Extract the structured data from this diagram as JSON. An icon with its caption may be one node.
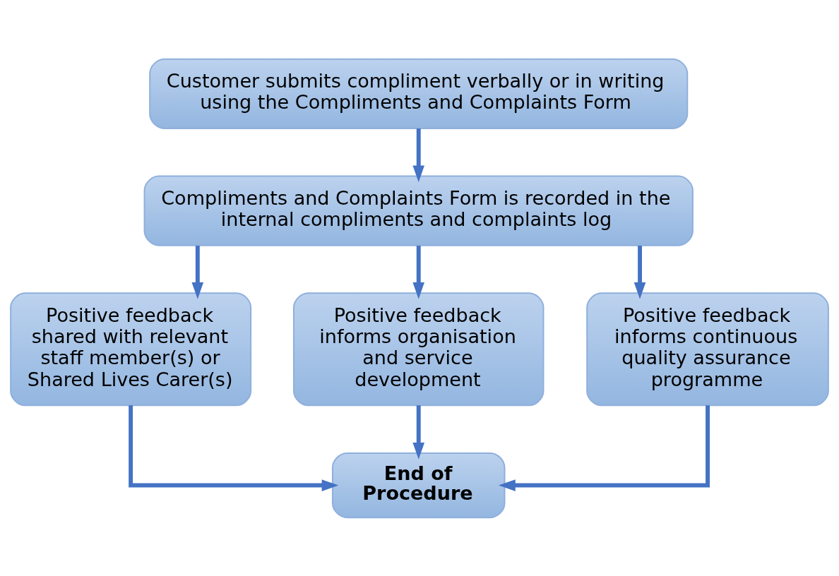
{
  "diagram": {
    "nodes": [
      {
        "text": [
          "Customer submits compliment verbally or in writing using the Compliments and Complaints Form"
        ]
      },
      {
        "text": [
          "Compliments and Complaints Form is recorded in the internal compliments and complaints log"
        ]
      },
      {
        "text": [
          "Positive feedback shared with relevant staff member(s) or Shared Lives Carer(s)"
        ]
      },
      {
        "text": [
          "Positive feedback informs organisation and service development"
        ]
      },
      {
        "text": [
          "Positive feedback informs continuous quality assurance programme"
        ]
      },
      {
        "text": [
          "End of Procedure"
        ]
      }
    ],
    "edges": [
      {
        "from": 0,
        "to": 1,
        "arrow": "to"
      },
      {
        "from": 1,
        "to": 2,
        "arrow": "to"
      },
      {
        "from": 1,
        "to": 3,
        "arrow": "to"
      },
      {
        "from": 1,
        "to": 4,
        "arrow": "to"
      },
      {
        "from": 2,
        "to": 5,
        "arrow": "to"
      },
      {
        "from": 3,
        "to": 5,
        "arrow": "to"
      },
      {
        "from": 4,
        "to": 5,
        "arrow": "to"
      }
    ]
  }
}
